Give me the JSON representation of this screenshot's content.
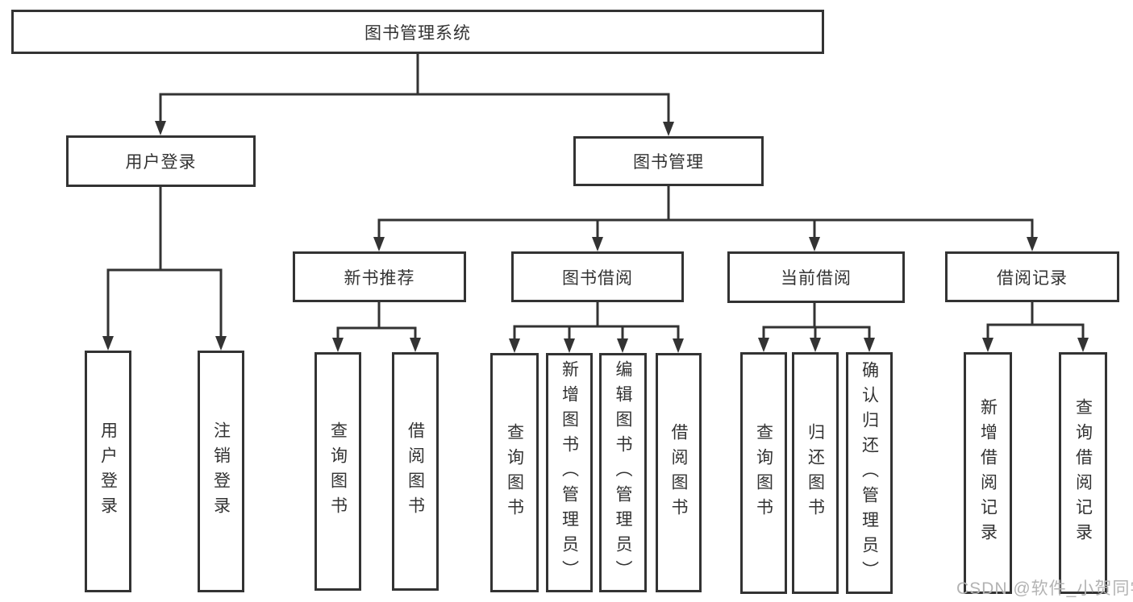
{
  "diagram_type": "hierarchy-tree",
  "colors": {
    "line": "#333333",
    "box_background": "#ffffff",
    "text": "#333333",
    "watermark": "#b3b3b3"
  },
  "tree": {
    "label": "图书管理系统",
    "children": [
      {
        "label": "用户登录",
        "children": [
          {
            "label": "用户登录"
          },
          {
            "label": "注销登录"
          }
        ]
      },
      {
        "label": "图书管理",
        "children": [
          {
            "label": "新书推荐",
            "children": [
              {
                "label": "查询图书"
              },
              {
                "label": "借阅图书"
              }
            ]
          },
          {
            "label": "图书借阅",
            "children": [
              {
                "label": "查询图书"
              },
              {
                "label": "新增图书（管理员）"
              },
              {
                "label": "编辑图书（管理员）"
              },
              {
                "label": "借阅图书"
              }
            ]
          },
          {
            "label": "当前借阅",
            "children": [
              {
                "label": "查询图书"
              },
              {
                "label": "归还图书"
              },
              {
                "label": "确认归还（管理员）"
              }
            ]
          },
          {
            "label": "借阅记录",
            "children": [
              {
                "label": "新增借阅记录"
              },
              {
                "label": "查询借阅记录"
              }
            ]
          }
        ]
      }
    ]
  },
  "watermark": {
    "text": "CSDN @软件_小贺同学"
  }
}
